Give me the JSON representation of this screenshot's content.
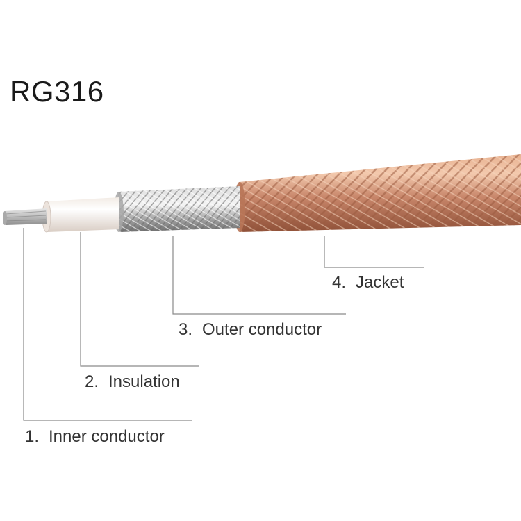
{
  "title": "RG316",
  "layers": [
    {
      "number": "1.",
      "label": "Inner conductor"
    },
    {
      "number": "2.",
      "label": "Insulation"
    },
    {
      "number": "3.",
      "label": "Outer conductor"
    },
    {
      "number": "4.",
      "label": "Jacket"
    }
  ],
  "colors": {
    "jacket_copper": "#c8866a",
    "jacket_highlight": "#f0c3a6",
    "braid_silver": "#b9b9b9",
    "insulation_white": "#f7f1ec",
    "inner_wire": "#c9c9c9",
    "leader_line": "#8a8a8a"
  }
}
